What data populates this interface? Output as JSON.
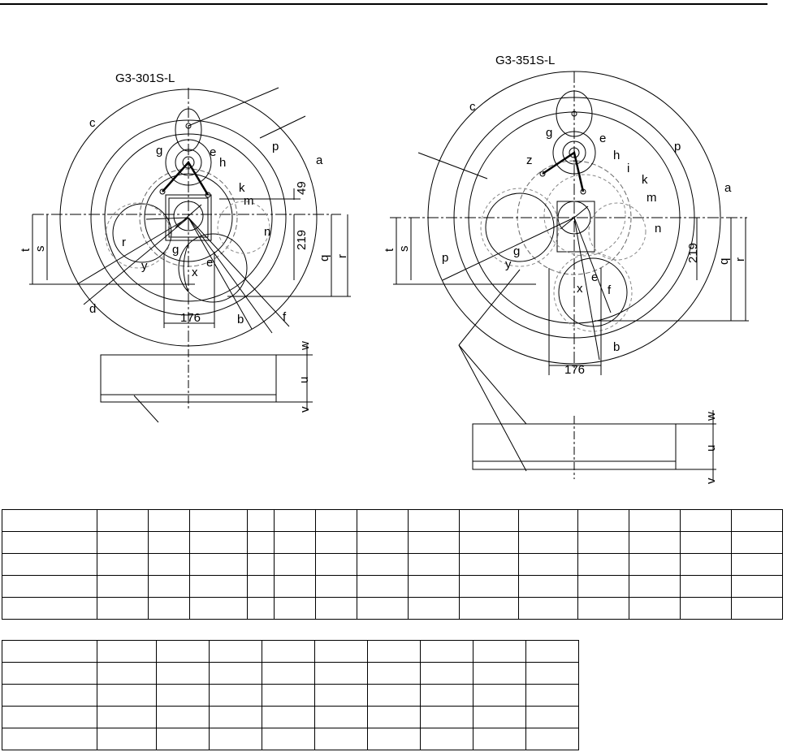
{
  "robots": [
    {
      "model": "G3-301S-L",
      "labels": {
        "a": "a",
        "b": "b",
        "c": "c",
        "d": "d",
        "e": "e",
        "f": "f",
        "g": "g",
        "h": "h",
        "k": "k",
        "m": "m",
        "n": "n",
        "p": "p",
        "q": "q",
        "r": "r",
        "s": "s",
        "t": "t",
        "u": "u",
        "v": "v",
        "w": "w",
        "x": "x",
        "y": "y"
      },
      "dims": {
        "d49": "49",
        "d219": "219",
        "d176": "176"
      }
    },
    {
      "model": "G3-351S-L",
      "labels": {
        "a": "a",
        "b": "b",
        "c": "c",
        "e": "e",
        "f": "f",
        "g": "g",
        "g2": "g",
        "h": "h",
        "i": "i",
        "k": "k",
        "m": "m",
        "n": "n",
        "p": "p",
        "p2": "p",
        "q": "q",
        "r": "r",
        "s": "s",
        "t": "t",
        "u": "u",
        "v": "v",
        "w": "w",
        "x": "x",
        "y": "y",
        "z": "z"
      },
      "dims": {
        "d219": "219",
        "d176": "176"
      }
    }
  ],
  "tables": {
    "table1": {
      "column_widths": [
        117,
        63,
        51,
        71,
        33,
        51,
        51,
        63,
        63,
        73,
        73,
        63,
        63,
        63,
        63
      ],
      "rows": 4
    },
    "table2": {
      "column_widths": [
        117,
        73,
        65,
        65,
        65,
        65,
        65,
        65,
        65,
        65
      ],
      "rows": 4
    }
  }
}
